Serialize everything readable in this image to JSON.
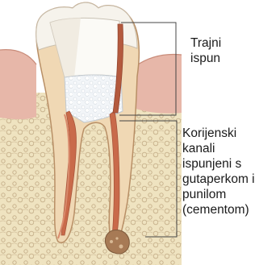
{
  "labels": {
    "restoration": [
      "Trajni",
      "ispun"
    ],
    "canals": [
      "Korijenski",
      "kanali",
      "ispunjeni s",
      "gutaperkom i",
      "punilom",
      "(cementom)"
    ]
  },
  "colors": {
    "background": "#ffffff",
    "bone": "#efe3c0",
    "bone_trabecula": "#b9a27c",
    "gum": "#e7b7a9",
    "enamel": "#f4f2ea",
    "dentin": "#f0d8b4",
    "pulp_wall": "#d98a6c",
    "canal_filling": "#c96a4a",
    "temporary_filling": "#e9eef2",
    "permanent_filling": "#ffffff",
    "lesion": "#a77a55",
    "callout_line": "#444444"
  }
}
